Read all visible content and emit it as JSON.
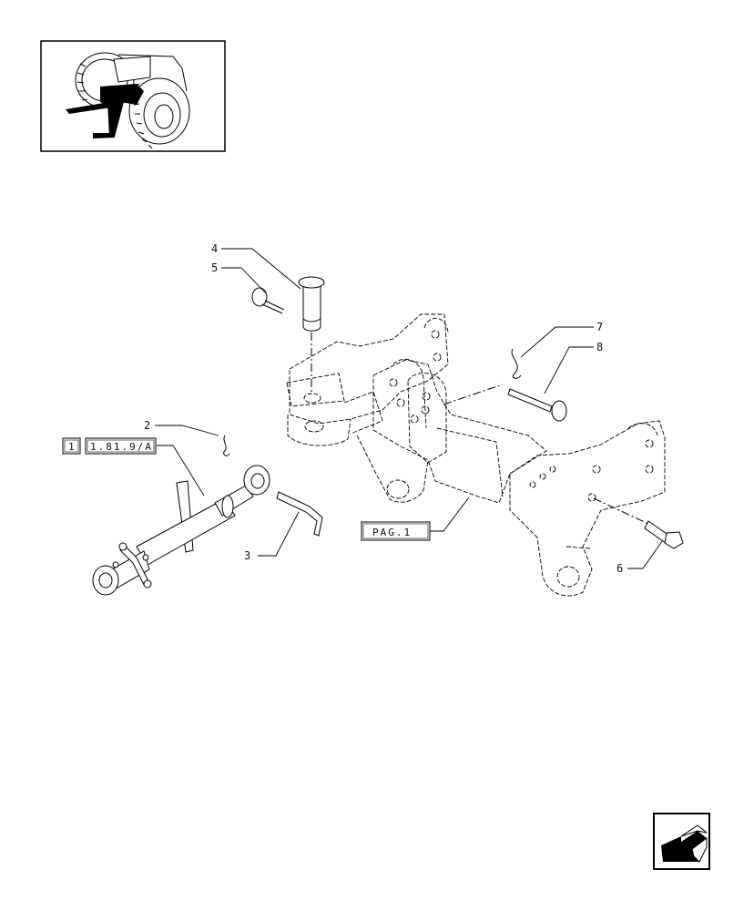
{
  "callouts": {
    "c1": "1",
    "c2": "2",
    "c3": "3",
    "c4": "4",
    "c5": "5",
    "c6": "6",
    "c7": "7",
    "c8": "8"
  },
  "references": {
    "ref_index": "1",
    "ref_code": "1.81.9/A",
    "page_ref": "PAG.1"
  },
  "icons": {
    "thumbnail": "tractor-location-icon",
    "nav": "back-arrow-icon"
  }
}
